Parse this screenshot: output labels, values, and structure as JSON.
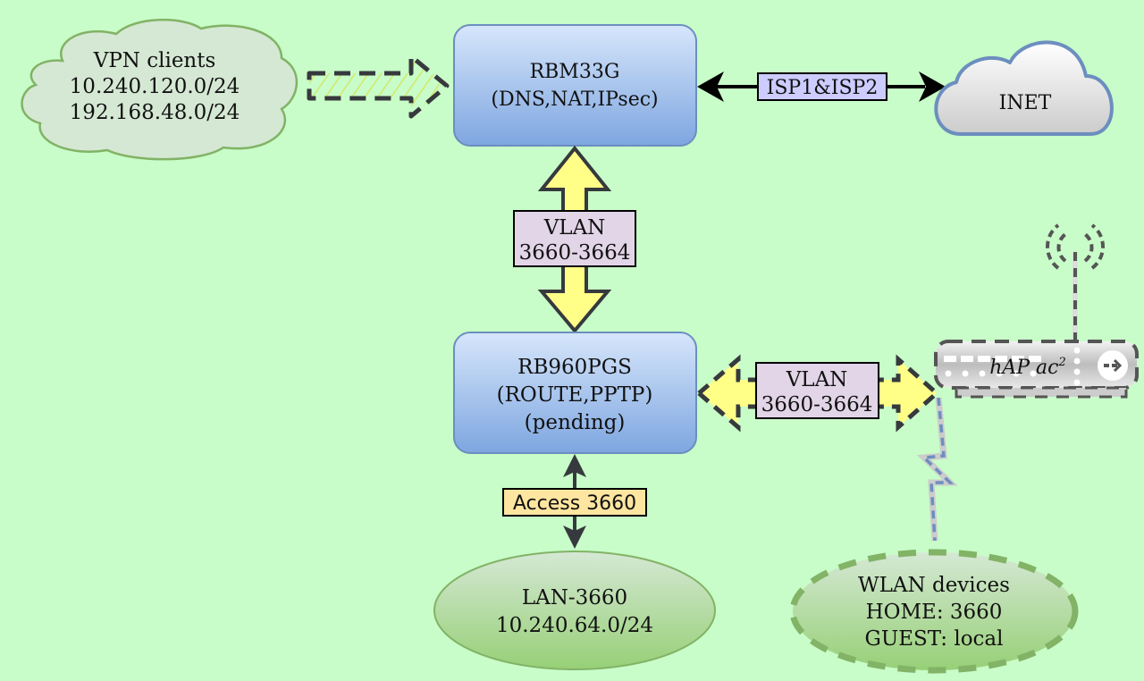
{
  "diagram": {
    "title": "Network topology",
    "colors": {
      "background": "#c8fcc8",
      "router_fill_top": "#d6e6fb",
      "router_fill_bottom": "#7ea6e0",
      "router_stroke": "#6c8ebf",
      "cloud_vpn_fill": "#d5e8d4",
      "cloud_vpn_stroke": "#82b366",
      "cloud_inet_fill": "#eeeeee",
      "cloud_inet_stroke": "#6c8ebf",
      "trunk_arrow_fill": "#ffff88",
      "trunk_arrow_stroke": "#36393d",
      "vlan_label_fill": "#e1d5e7",
      "isp_label_fill": "#ccccff",
      "access_label_fill": "#ffe6a0",
      "lan_fill": "#97d077",
      "wlan_stroke": "#82b366",
      "wireless_link": "#6c8ebf"
    },
    "nodes": {
      "vpn_clients": {
        "lines": [
          "VPN clients",
          "10.240.120.0/24",
          "192.168.48.0/24"
        ]
      },
      "rbm33g": {
        "lines": [
          "RBM33G",
          "(DNS,NAT,IPsec)"
        ]
      },
      "inet": {
        "lines": [
          "INET"
        ]
      },
      "rb960pgs": {
        "lines": [
          "RB960PGS",
          "(ROUTE,PPTP)",
          "(pending)"
        ]
      },
      "hap_ac2": {
        "label": "hAP ac",
        "superscript": "2"
      },
      "lan_3660": {
        "lines": [
          "LAN-3660",
          "10.240.64.0/24"
        ]
      },
      "wlan_devices": {
        "lines": [
          "WLAN devices",
          "HOME: 3660",
          "GUEST: local"
        ]
      }
    },
    "links": {
      "isp": {
        "label": "ISP1&ISP2",
        "from": "RBM33G",
        "to": "INET",
        "style": "bidirectional"
      },
      "trunk_core": {
        "lines": [
          "VLAN",
          "3660-3664"
        ],
        "from": "RBM33G",
        "to": "RB960PGS",
        "style": "bidirectional-block"
      },
      "trunk_ap": {
        "lines": [
          "VLAN",
          "3660-3664"
        ],
        "from": "RB960PGS",
        "to": "hAP ac2",
        "style": "bidirectional-dashed-pending"
      },
      "access": {
        "label": "Access 3660",
        "from": "RB960PGS",
        "to": "LAN-3660",
        "style": "bidirectional"
      },
      "vpn": {
        "from": "VPN clients",
        "to": "RBM33G",
        "style": "dashed-hatched-arrow"
      },
      "wireless": {
        "from": "hAP ac2",
        "to": "WLAN devices",
        "style": "lightning-dashed"
      }
    }
  }
}
